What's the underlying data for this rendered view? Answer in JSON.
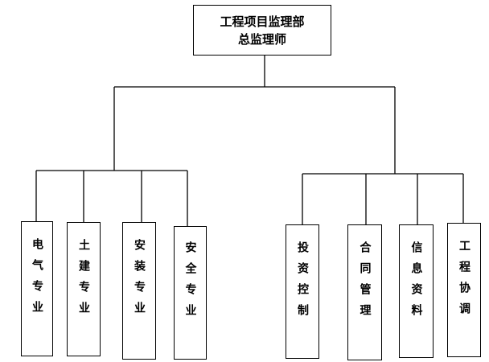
{
  "root": {
    "title_line1": "工程项目监理部",
    "title_line2": "总监理师"
  },
  "groups": [
    {
      "units": [
        {
          "label": "电气专业"
        },
        {
          "label": "土建专业"
        },
        {
          "label": "安装专业"
        },
        {
          "label": "安全专业"
        }
      ]
    },
    {
      "units": [
        {
          "label": "投资控制"
        },
        {
          "label": "合同管理"
        },
        {
          "label": "信息资料"
        },
        {
          "label": "工程协调"
        }
      ]
    }
  ],
  "colors": {
    "line": "#000000",
    "box_border": "#000000",
    "background": "#ffffff"
  }
}
